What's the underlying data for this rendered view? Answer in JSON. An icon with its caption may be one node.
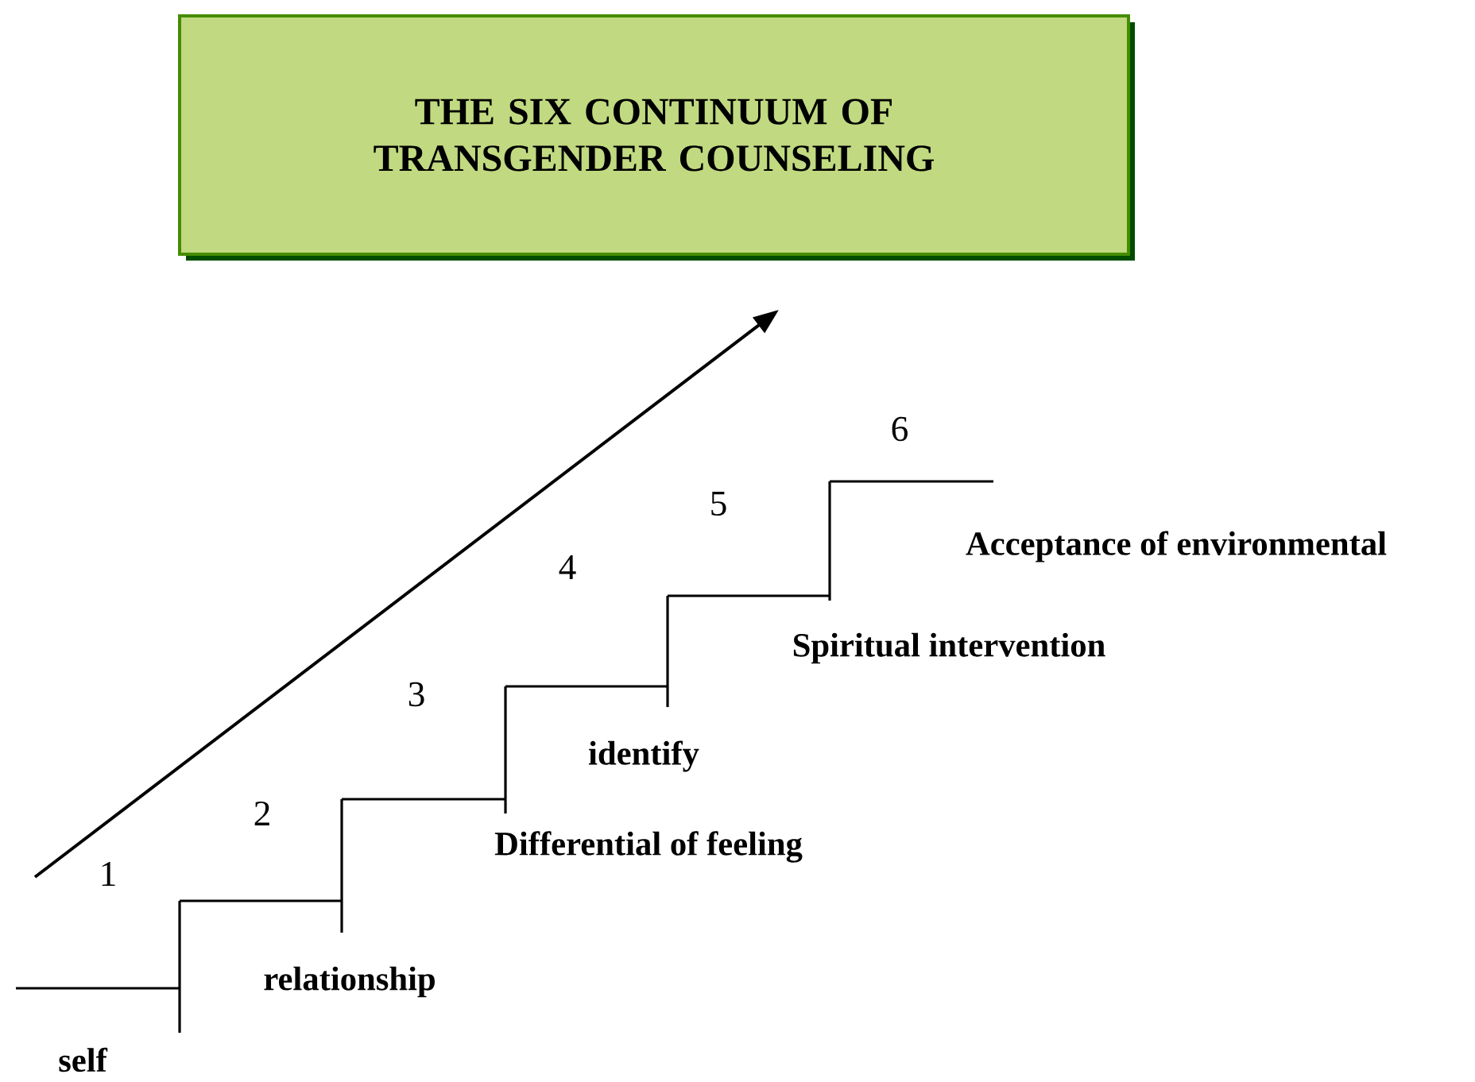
{
  "diagram": {
    "nodes": [
      {
        "text": [
          "THE SIX CONTINUUM OF TRANSGENDER COUNSELING"
        ]
      }
    ],
    "labels": [
      "6",
      "5",
      "Acceptance of environmental",
      "4",
      "Spiritual intervention",
      "3",
      "identify",
      "2",
      "Differential of feeling",
      "1",
      "relationship",
      "self"
    ]
  }
}
